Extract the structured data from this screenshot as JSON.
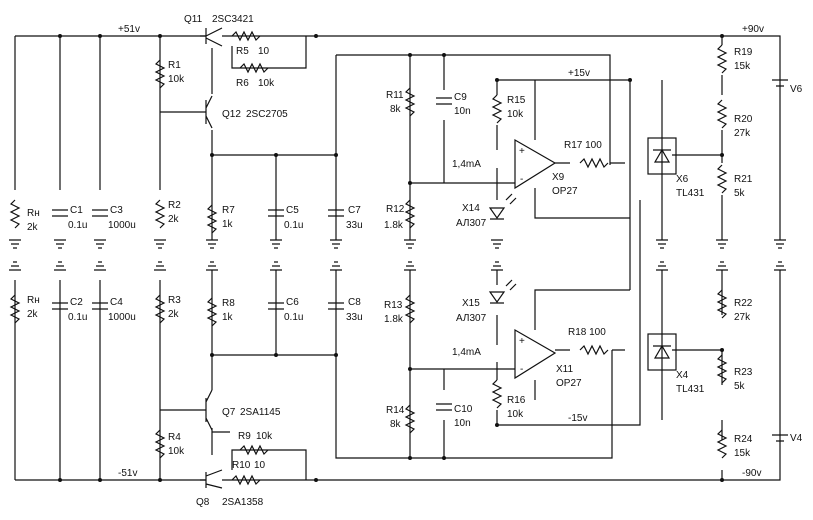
{
  "rails": {
    "p51": "+51v",
    "m51": "-51v",
    "p90": "+90v",
    "m90": "-90v",
    "p15": "+15v",
    "m15": "-15v"
  },
  "parts": {
    "Q11": "Q11",
    "Q11v": "2SC3421",
    "Q12": "Q12",
    "Q12v": "2SC2705",
    "Q7": "Q7",
    "Q7v": "2SA1145",
    "Q8": "Q8",
    "Q8v": "2SA1358",
    "R5": "R5",
    "R5v": "10",
    "R6": "R6",
    "R6v": "10k",
    "R9": "R9",
    "R9v": "10k",
    "R10": "R10",
    "R10v": "10",
    "R1": "R1",
    "R1v": "10k",
    "R2": "R2",
    "R2v": "2k",
    "R3": "R3",
    "R3v": "2k",
    "R4": "R4",
    "R4v": "10k",
    "R7": "R7",
    "R7v": "1k",
    "R8": "R8",
    "R8v": "1k",
    "C5": "C5",
    "C5v": "0.1u",
    "C6": "C6",
    "C6v": "0.1u",
    "C7": "C7",
    "C7v": "33u",
    "C8": "C8",
    "C8v": "33u",
    "RH1": "Rн",
    "RH1v": "2k",
    "RH2": "Rн",
    "RH2v": "2k",
    "C1": "C1",
    "C1v": "0.1u",
    "C2": "C2",
    "C2v": "0.1u",
    "C3": "C3",
    "C3v": "1000u",
    "C4": "C4",
    "C4v": "1000u",
    "R11": "R11",
    "R11v": "8k",
    "R12": "R12",
    "R12v": "1.8k",
    "R13": "R13",
    "R13v": "1.8k",
    "R14": "R14",
    "R14v": "8k",
    "C9": "C9",
    "C9v": "10n",
    "C10": "C10",
    "C10v": "10n",
    "R15": "R15",
    "R15v": "10k",
    "R16": "R16",
    "R16v": "10k",
    "R17": "R17 100",
    "R18": "R18 100",
    "X9": "X9",
    "X9v": "OP27",
    "X11": "X11",
    "X11v": "OP27",
    "X14": "X14",
    "X14v": "АЛ307",
    "X15": "X15",
    "X15v": "АЛ307",
    "cur1": "1,4mA",
    "cur2": "1,4mA",
    "R19": "R19",
    "R19v": "15k",
    "R20": "R20",
    "R20v": "27k",
    "R21": "R21",
    "R21v": "5k",
    "R22": "R22",
    "R22v": "27k",
    "R23": "R23",
    "R23v": "5k",
    "R24": "R24",
    "R24v": "15k",
    "X6": "X6",
    "X6v": "TL431",
    "X4": "X4",
    "X4v": "TL431",
    "V6": "V6",
    "V4": "V4"
  }
}
